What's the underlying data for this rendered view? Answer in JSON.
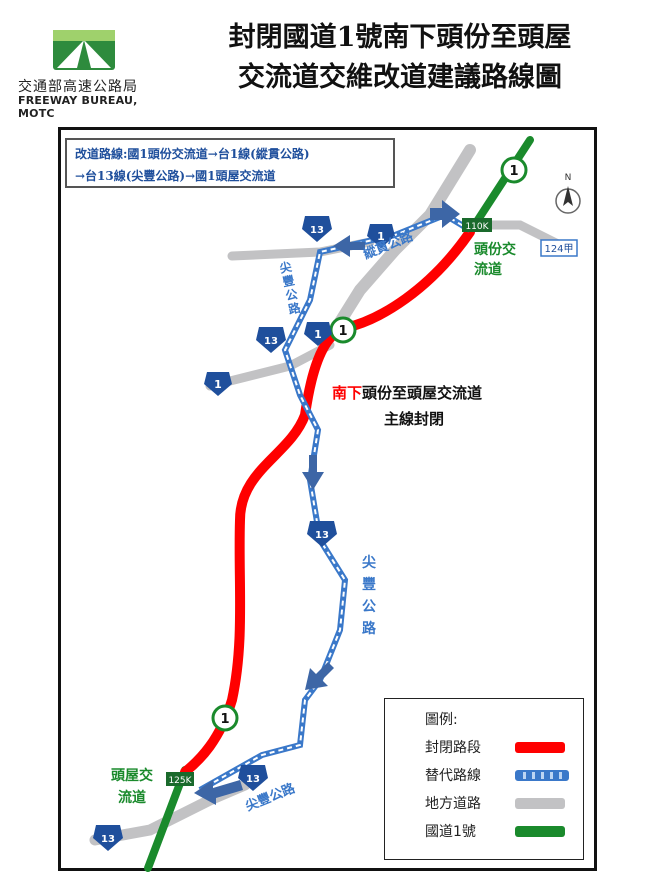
{
  "header": {
    "logo_zh": "交通部高速公路局",
    "logo_en": "FREEWAY BUREAU, MOTC",
    "title_line1": "封閉國道1號南下頭份至頭屋",
    "title_line2": "交流道交維改道建議路線圖"
  },
  "route_note": {
    "line1": "改道路線:國1頭份交流道→台1線(縱貫公路)",
    "line2": "→台13線(尖豐公路)→國1頭屋交流道"
  },
  "map": {
    "north": "N",
    "km_110": "110K",
    "km_125": "125K",
    "route_124": "124甲",
    "toufen_ic": "頭份交流道",
    "touwu_ic": "頭屋交流道",
    "road_zonggua": "縱貫公路",
    "road_jianfeng_v": "尖豐公路",
    "road_jianfeng_h": "尖豐公路",
    "road_jianfeng_lower": "尖豐公路",
    "closure_red": "南下",
    "closure_black": "頭份至頭屋交流道",
    "closure_line2": "主線封閉",
    "shield_1": "1",
    "shield_13": "13"
  },
  "legend": {
    "title": "圖例:",
    "items": [
      {
        "label": "封閉路段",
        "color": "#ff0000"
      },
      {
        "label": "替代路線",
        "color": "#3a78c9"
      },
      {
        "label": "地方道路",
        "color": "#c2c2c4"
      },
      {
        "label": "國道1號",
        "color": "#1a8a2c"
      }
    ]
  },
  "colors": {
    "freeway": "#1a8a2c",
    "closed": "#ff0000",
    "detour": "#3a78c9",
    "local": "#c2c2c4",
    "arrow": "#3d66a6",
    "shield_blue": "#1f4f9c"
  }
}
